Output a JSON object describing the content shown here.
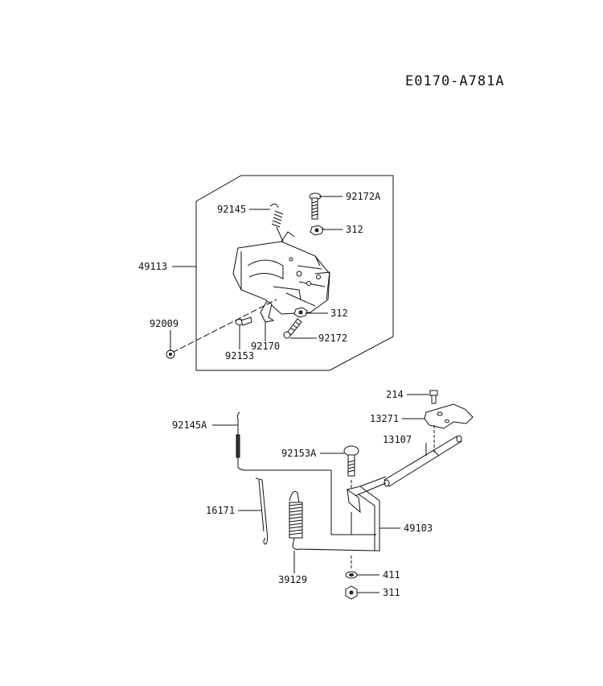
{
  "diagram_code": "E0170-A781A",
  "callouts": {
    "c92172A": "92172A",
    "c92145": "92145",
    "c312a": "312",
    "c49113": "49113",
    "c312b": "312",
    "c92009": "92009",
    "c92172": "92172",
    "c92170": "92170",
    "c92153": "92153",
    "c214": "214",
    "c13271": "13271",
    "c92145A": "92145A",
    "c13107": "13107",
    "c92153A": "92153A",
    "c16171": "16171",
    "c49103": "49103",
    "c39129": "39129",
    "c411": "411",
    "c311": "311"
  }
}
